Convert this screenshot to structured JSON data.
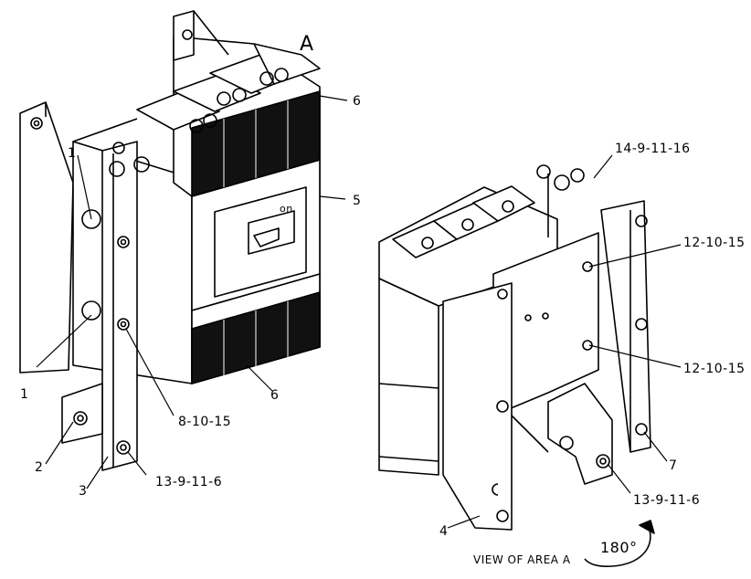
{
  "view_label": "A",
  "switch_text": "on",
  "view_of_area": "VIEW OF AREA A",
  "rotation": "180°",
  "callouts": {
    "c1_top": "1",
    "c1_bottom": "1",
    "c2": "2",
    "c3": "3",
    "c4": "4",
    "c5": "5",
    "c6_top": "6",
    "c6_bottom": "6",
    "c7": "7",
    "c8": "8-10-15",
    "c13_left": "13-9-11-6",
    "c13_right": "13-9-11-6",
    "c14": "14-9-11-16",
    "c12_top": "12-10-15",
    "c12_bottom": "12-10-15"
  }
}
